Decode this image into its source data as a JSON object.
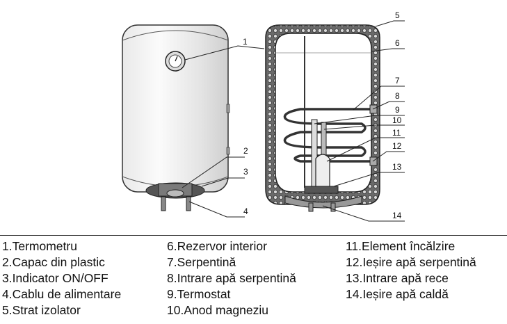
{
  "callouts": [
    "1",
    "2",
    "3",
    "4",
    "5",
    "6",
    "7",
    "8",
    "9",
    "10",
    "11",
    "12",
    "13",
    "14"
  ],
  "legend": {
    "col1": [
      "1.Termometru",
      "2.Capac din plastic",
      "3.Indicator ON/OFF",
      "4.Cablu de alimentare",
      "5.Strat izolator"
    ],
    "col2": [
      "6.Rezervor interior",
      "7.Serpentină",
      "8.Intrare apă serpentină",
      "9.Termostat",
      "10.Anod magneziu"
    ],
    "col3": [
      "11.Element încălzire",
      "12.Ieșire apă serpentină",
      "13.Intrare apă rece",
      "14.Ieșire apă caldă"
    ]
  }
}
